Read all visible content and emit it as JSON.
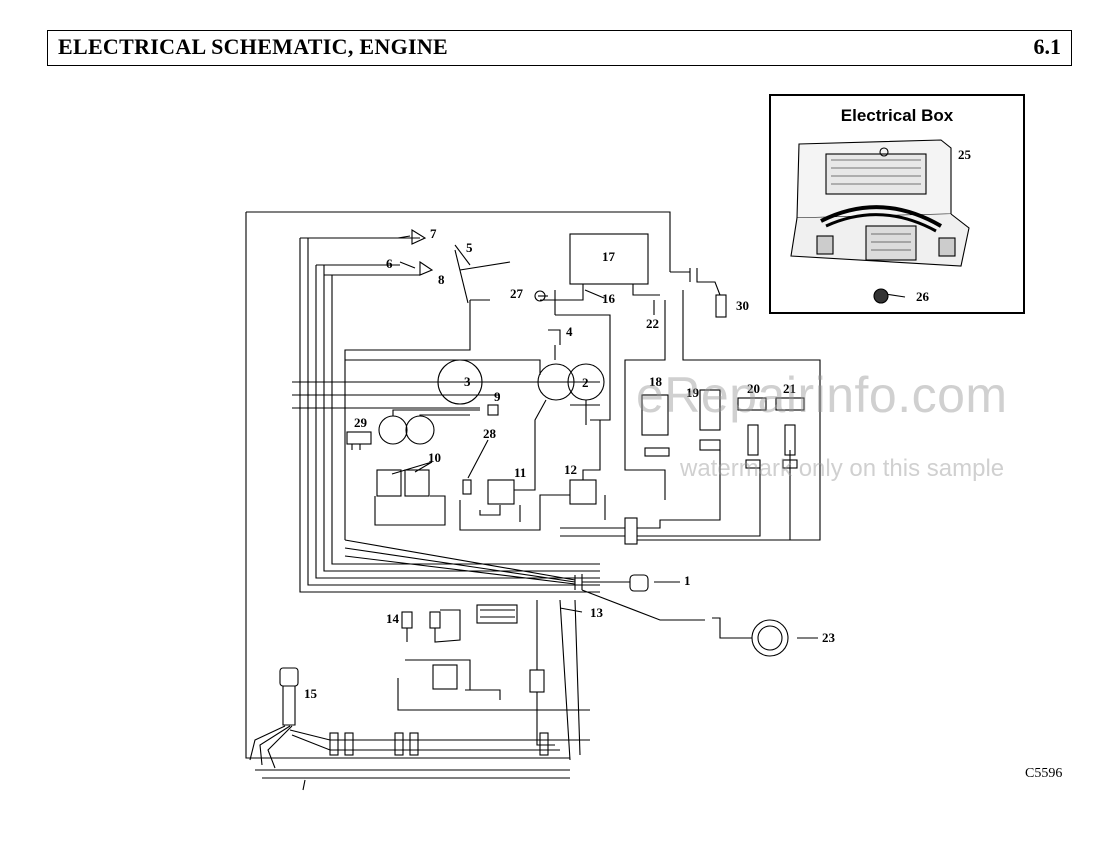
{
  "header": {
    "title": "ELECTRICAL SCHEMATIC, ENGINE",
    "section": "6.1"
  },
  "inset": {
    "title": "Electrical Box"
  },
  "watermark": {
    "line1": "eRepairinfo.com",
    "line2": "watermark only on this sample"
  },
  "figure_code": "C5596",
  "callouts": [
    "1",
    "2",
    "3",
    "4",
    "5",
    "6",
    "7",
    "8",
    "9",
    "10",
    "11",
    "12",
    "13",
    "14",
    "15",
    "16",
    "17",
    "18",
    "19",
    "20",
    "21",
    "22",
    "23",
    "25",
    "26",
    "27",
    "28",
    "29",
    "30"
  ]
}
